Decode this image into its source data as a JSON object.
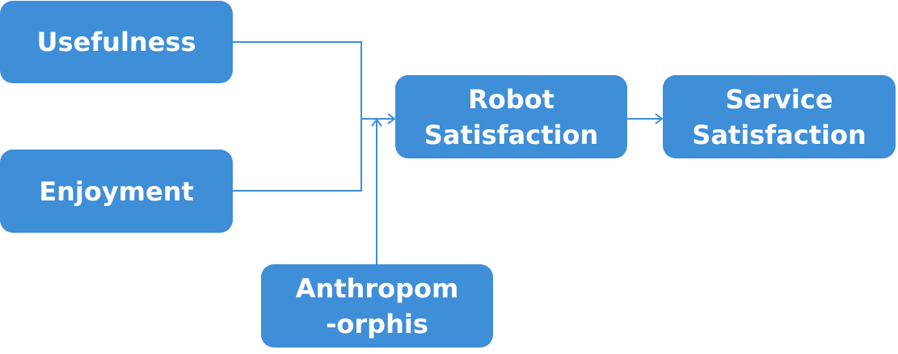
{
  "colors": {
    "node_fill": "#3e8ed8",
    "connector": "#3e8ed8",
    "node_text": "#ffffff"
  },
  "nodes": {
    "usefulness": {
      "label": "Usefulness"
    },
    "enjoyment": {
      "label": "Enjoyment"
    },
    "robot_satisfaction": {
      "line1": "Robot",
      "line2": "Satisfaction"
    },
    "service_satisfaction": {
      "line1": "Service",
      "line2": "Satisfaction"
    },
    "anthropomorphis": {
      "line1": "Anthropom",
      "line2": "-orphis"
    }
  },
  "edges": [
    {
      "from": "Usefulness",
      "to": "Robot Satisfaction"
    },
    {
      "from": "Enjoyment",
      "to": "Robot Satisfaction"
    },
    {
      "from": "Anthropom-orphis",
      "to": "Robot Satisfaction"
    },
    {
      "from": "Robot Satisfaction",
      "to": "Service Satisfaction"
    }
  ]
}
